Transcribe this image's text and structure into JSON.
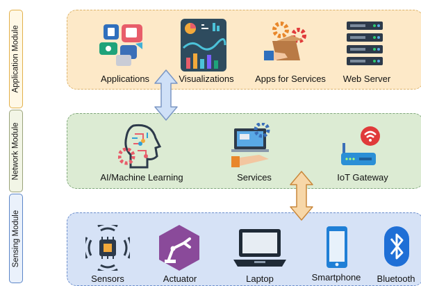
{
  "modules": {
    "application": {
      "label": "Application Module",
      "items": [
        "Applications",
        "Visualizations",
        "Apps for Services",
        "Web Server"
      ]
    },
    "network": {
      "label": "Network Module",
      "items": [
        "AI/Machine Learning",
        "Services",
        "IoT Gateway"
      ]
    },
    "sensing": {
      "label": "Sensing Module",
      "items": [
        "Sensors",
        "Actuator",
        "Laptop",
        "Smartphone",
        "Bluetooth"
      ]
    }
  },
  "colors": {
    "application_bg": "#fde9c8",
    "network_bg": "#dcebd3",
    "sensing_bg": "#d6e2f6",
    "arrow_blue": "#cfe0f7",
    "arrow_orange": "#f7d7a8",
    "actuator_purple": "#8a4a9a"
  },
  "icons": [
    "applications-icon",
    "visualizations-icon",
    "apps-for-services-icon",
    "web-server-icon",
    "ai-head-icon",
    "services-laptop-icon",
    "iot-router-icon",
    "sensor-chip-icon",
    "actuator-arm-icon",
    "laptop-icon",
    "smartphone-icon",
    "bluetooth-icon"
  ]
}
